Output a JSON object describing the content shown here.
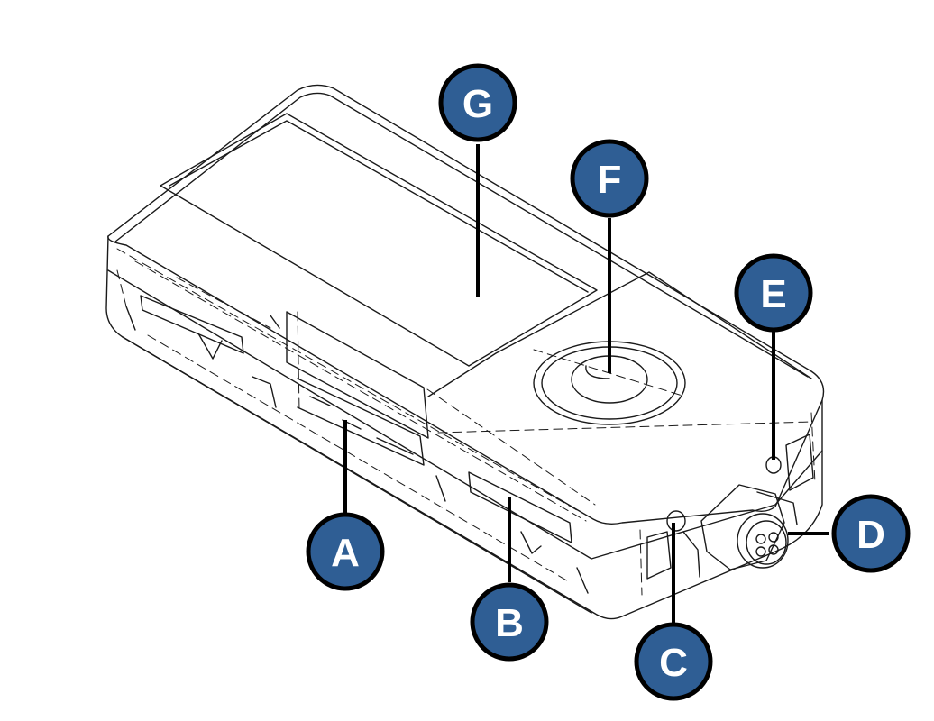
{
  "callouts": [
    {
      "letter": "A"
    },
    {
      "letter": "B"
    },
    {
      "letter": "C"
    },
    {
      "letter": "D"
    },
    {
      "letter": "E"
    },
    {
      "letter": "F"
    },
    {
      "letter": "G"
    }
  ],
  "colors": {
    "callout_fill": "#2f5e94",
    "callout_ring": "#000000",
    "line": "#000000",
    "drawing_stroke": "#1a1a1a"
  }
}
